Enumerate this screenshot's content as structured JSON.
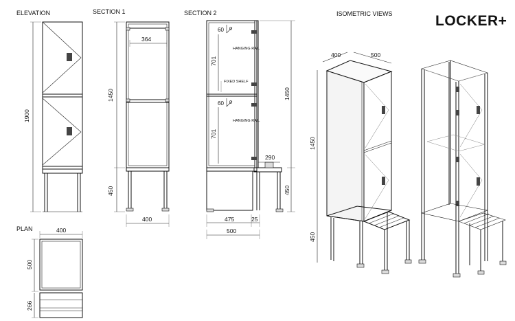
{
  "brand": {
    "logo": "LOCKER+"
  },
  "views": {
    "elevation": "ELEVATION",
    "section1": "SECTION 1",
    "section2": "SECTION 2",
    "isometric": "ISOMETRIC VIEWS",
    "plan": "PLAN"
  },
  "annotations": {
    "hanging_rail_top": "HANGING RAIL",
    "hanging_rail_bottom": "HANGING RAIL",
    "fixed_shelf": "FIXED SHELF",
    "angle_top": "60",
    "angle_bottom": "60"
  },
  "dimensions": {
    "elevation_height": "1900",
    "section1_inner_width": "364",
    "section1_body_height": "1450",
    "section1_leg_height": "450",
    "section1_width": "400",
    "section2_comp_top": "701",
    "section2_comp_bottom": "701",
    "section2_body_height": "1450",
    "section2_leg_height": "450",
    "section2_bench": "290",
    "section2_depth": "475",
    "section2_gap": "25",
    "section2_total": "500",
    "iso_width": "400",
    "iso_depth": "500",
    "iso_body_height": "1450",
    "iso_leg_height": "450",
    "plan_width": "400",
    "plan_depth": "500",
    "plan_bench": "266"
  }
}
